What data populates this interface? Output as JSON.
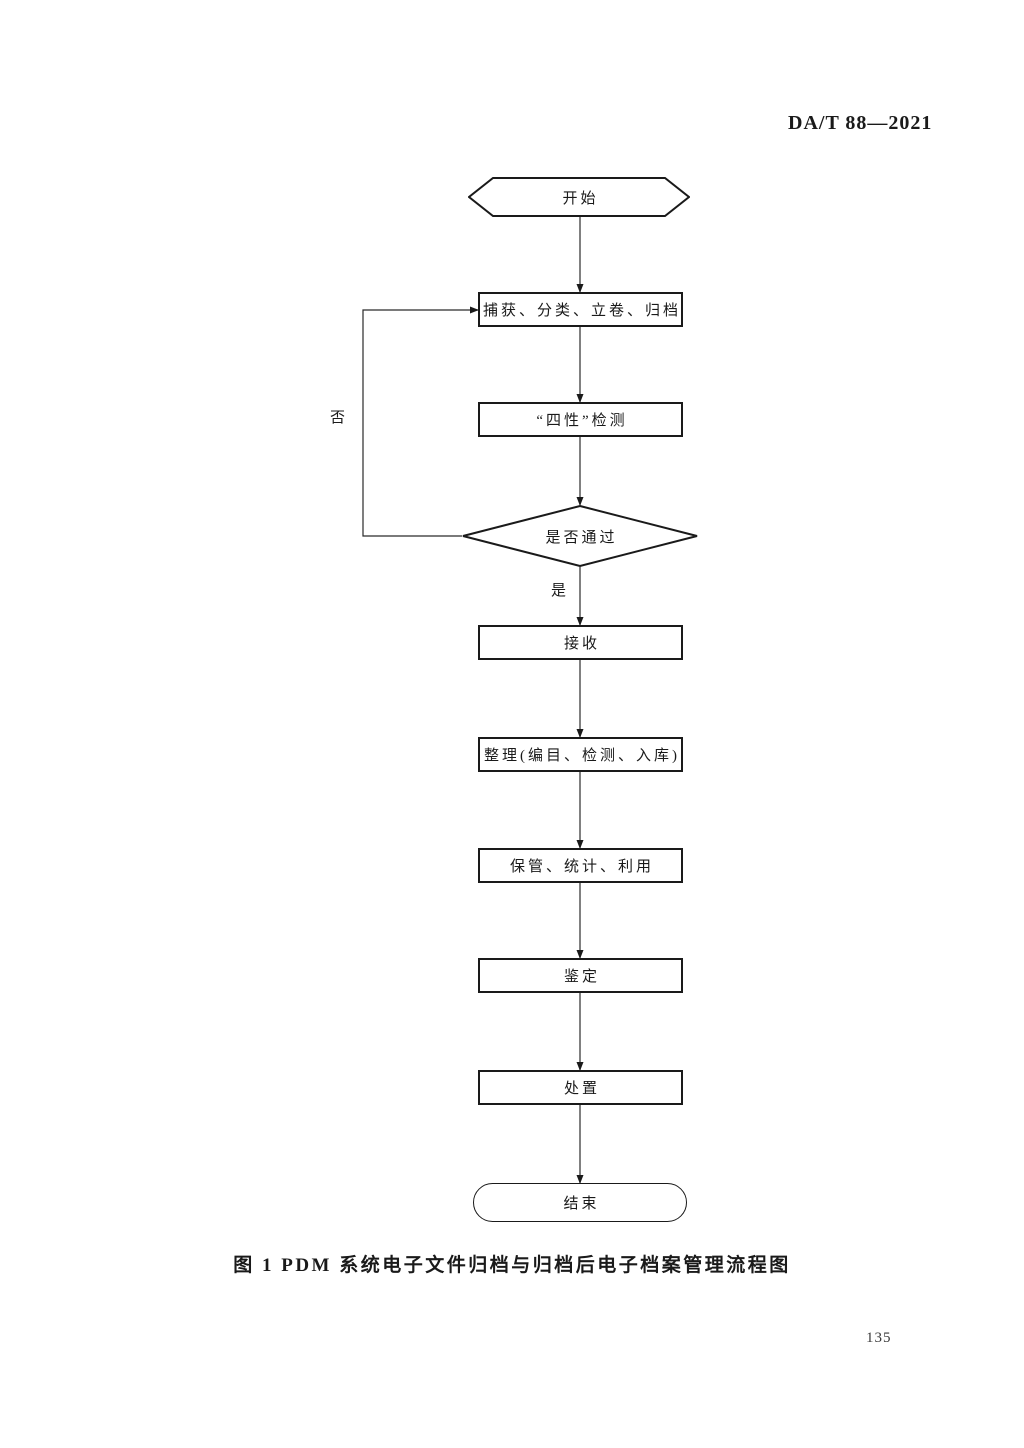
{
  "page": {
    "header": "DA/T 88—2021",
    "page_number": "135",
    "figure_caption": "图 1  PDM 系统电子文件归档与归档后电子档案管理流程图"
  },
  "flowchart": {
    "nodes": {
      "start": "开始",
      "capture": "捕获、分类、立卷、归档",
      "check": "“四性”检测",
      "decision": "是否通过",
      "receive": "接收",
      "organize": "整理(编目、检测、入库)",
      "keep": "保管、统计、利用",
      "appraise": "鉴定",
      "dispose": "处置",
      "end": "结束"
    },
    "labels": {
      "no": "否",
      "yes": "是"
    }
  }
}
